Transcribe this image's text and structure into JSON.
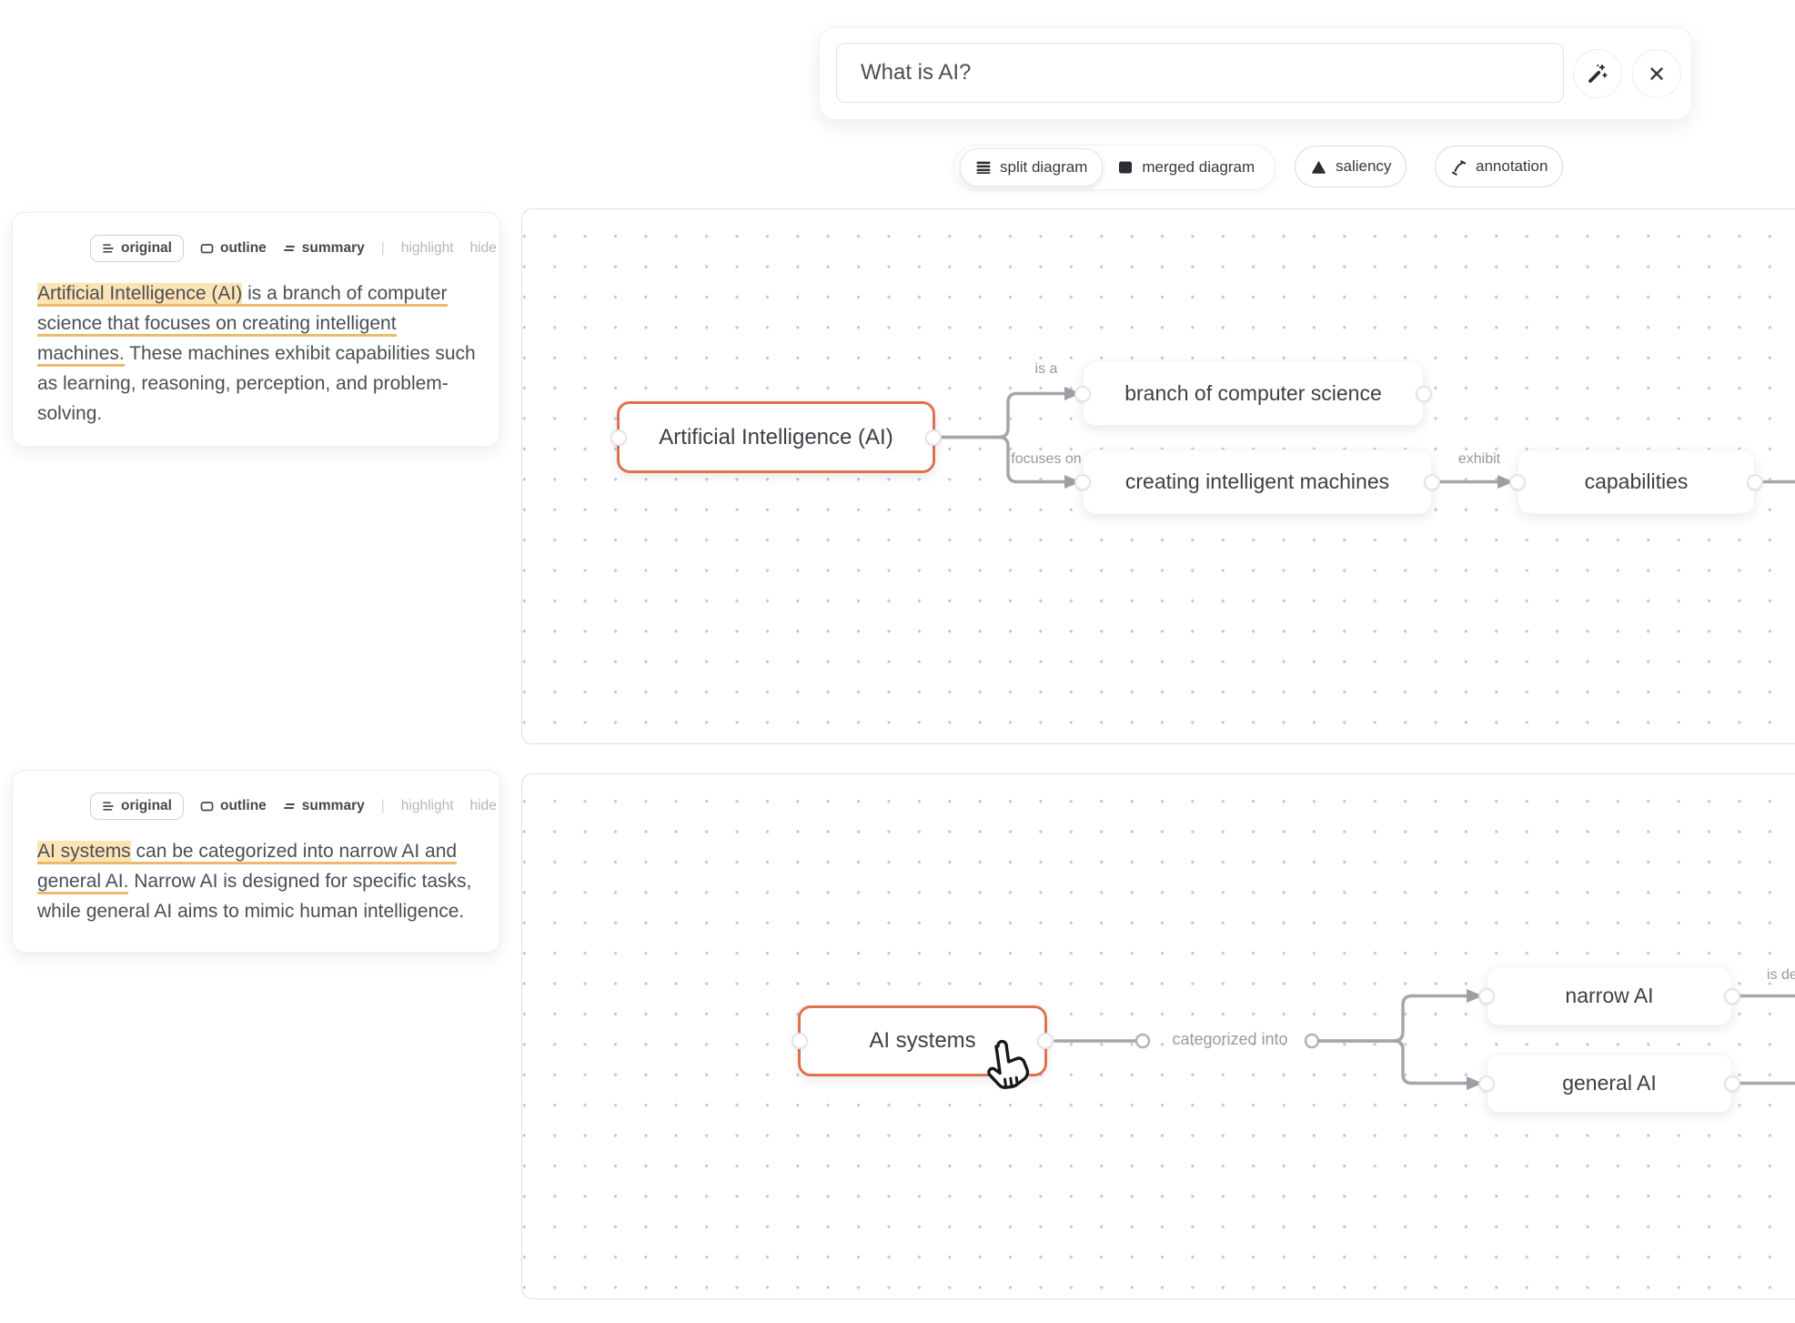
{
  "query_bar": {
    "input_value": "What is AI?"
  },
  "toolbar": {
    "split_label": "split diagram",
    "merged_label": "merged diagram",
    "saliency_label": "saliency",
    "annotation_label": "annotation"
  },
  "tab_bar": {
    "original": "original",
    "outline": "outline",
    "summary": "summary",
    "divider": "|",
    "highlight": "highlight",
    "hide": "hide"
  },
  "cards": [
    {
      "text": {
        "s1_highlight": "Artificial Intelligence (AI)",
        "s1_rest": " is a branch of computer science that focuses on creating intelligent machines.",
        "s2": " These machines exhibit capabilities such as learning, reasoning, perception, and problem-solving."
      }
    },
    {
      "text": {
        "s1_highlight": "AI systems",
        "s1_rest": " can be categorized into narrow AI and general AI.",
        "s2": " Narrow AI is designed for specific tasks, while general AI aims to mimic human intelligence."
      }
    }
  ],
  "diagram1": {
    "nodes": {
      "root": "Artificial Intelligence (AI)",
      "branch": "branch of computer science",
      "creating": "creating intelligent machines",
      "capabilities": "capabilities"
    },
    "edges": {
      "is_a": "is a",
      "focuses_on": "focuses on",
      "exhibit": "exhibit"
    }
  },
  "diagram2": {
    "nodes": {
      "root": "AI systems",
      "narrow": "narrow AI",
      "general": "general AI"
    },
    "edges": {
      "categorized_into": "categorized into",
      "is_designed_clipped": "is de"
    }
  },
  "colors": {
    "accent_orange": "#e0714d",
    "highlight_bg": "#fce4b4",
    "underline_amber": "#ecba6b",
    "edge_gray": "#a6a6aa",
    "grid_dot_blue": "#b8ccf0"
  }
}
